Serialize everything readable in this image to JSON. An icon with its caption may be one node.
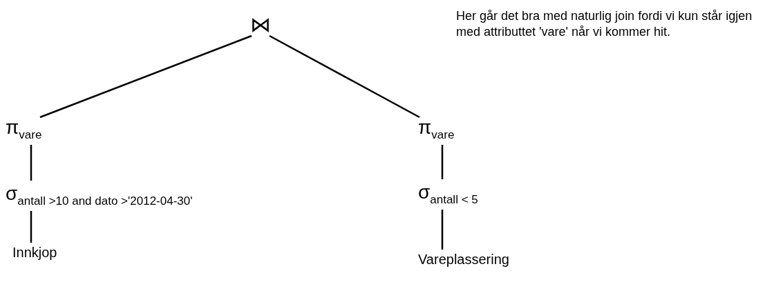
{
  "diagram": {
    "nodes": [
      {
        "text": [
          "⋈"
        ]
      },
      {
        "text": [
          "π$_{vare}$"
        ]
      },
      {
        "text": [
          "σ$_{antall >10 and dato >'2012-04-30'}$"
        ]
      },
      {
        "text": [
          "Innkjop"
        ]
      },
      {
        "text": [
          "π$_{vare}$"
        ]
      },
      {
        "text": [
          "σ$_{antall < 5}$"
        ]
      },
      {
        "text": [
          "Vareplassering"
        ]
      }
    ],
    "edges": [
      {
        "from": 0,
        "to": 1,
        "arrow": "none"
      },
      {
        "from": 1,
        "to": 2,
        "arrow": "none"
      },
      {
        "from": 2,
        "to": 3,
        "arrow": "none"
      },
      {
        "from": 0,
        "to": 4,
        "arrow": "none"
      },
      {
        "from": 4,
        "to": 5,
        "arrow": "none"
      },
      {
        "from": 5,
        "to": 6,
        "arrow": "none"
      }
    ],
    "labels": [
      "Her går det bra med naturlig join fordi vi kun står igjen med attributtet 'vare' når vi kommer hit."
    ]
  }
}
